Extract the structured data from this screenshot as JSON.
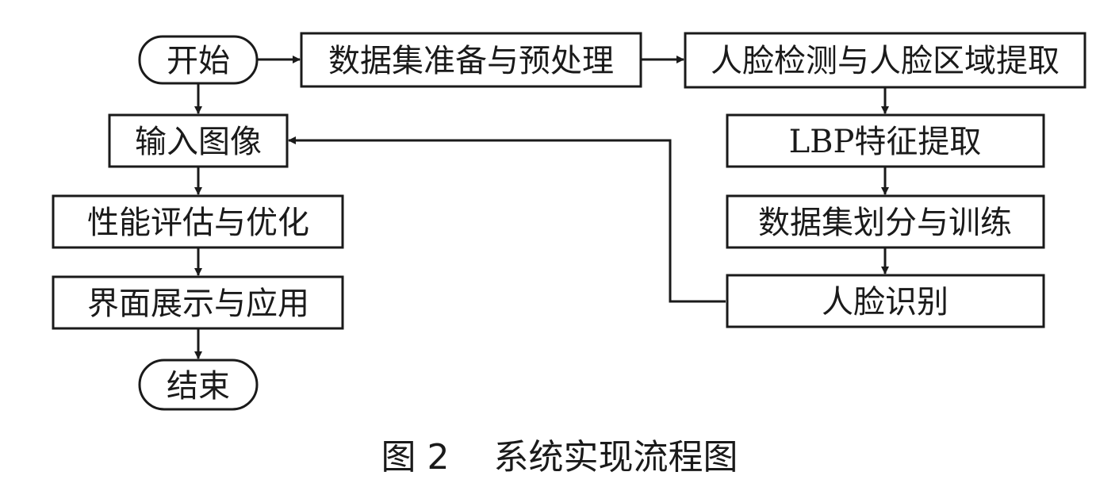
{
  "nodes": {
    "start": "开始",
    "dataset_prep": "数据集准备与预处理",
    "face_detection": "人脸检测与人脸区域提取",
    "input_image": "输入图像",
    "lbp_extraction": "LBP特征提取",
    "performance_eval": "性能评估与优化",
    "dataset_split_train": "数据集划分与训练",
    "ui_display": "界面展示与应用",
    "face_recognition": "人脸识别",
    "end": "结束"
  },
  "caption": {
    "label": "图 2",
    "title": "系统实现流程图"
  }
}
